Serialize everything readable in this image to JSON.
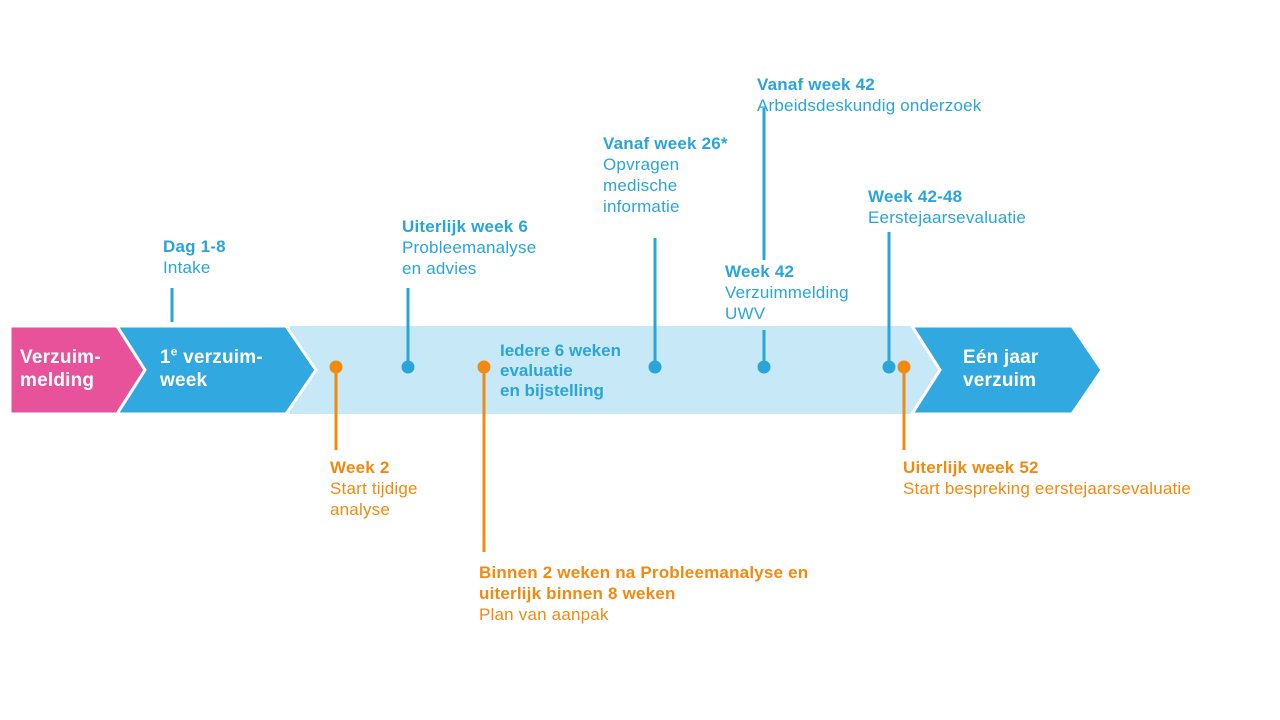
{
  "arrows": {
    "verzuimmelding": {
      "line1": "Verzuim-",
      "line2": "melding",
      "color": "#e8529a"
    },
    "eerste_week": {
      "prefix": "1",
      "sup": "e",
      "line1_rest": " verzuim-",
      "line2": "week",
      "color": "#31a8df"
    },
    "een_jaar": {
      "line1": "Eén jaar",
      "line2": "verzuim",
      "color": "#31a8df"
    },
    "band_color": "#c6e8f7"
  },
  "center_text": {
    "line1": "Iedere 6 weken",
    "line2": "evaluatie",
    "line3": "en bijstelling"
  },
  "milestones_top": [
    {
      "title": "Dag 1-8",
      "lines": [
        "Intake"
      ]
    },
    {
      "title": "Uiterlijk week 6",
      "lines": [
        "Probleemanalyse",
        "en advies"
      ]
    },
    {
      "title": "Vanaf week 26*",
      "lines": [
        "Opvragen",
        "medische",
        "informatie"
      ]
    },
    {
      "title": "Vanaf week 42",
      "lines": [
        "Arbeidsdeskundig onderzoek"
      ]
    },
    {
      "title": "Week 42",
      "lines": [
        "Verzuimmelding",
        "UWV"
      ]
    },
    {
      "title": "Week 42-48",
      "lines": [
        "Eerstejaarsevaluatie"
      ]
    }
  ],
  "milestones_bottom": [
    {
      "title": "Week 2",
      "lines": [
        "Start tijdige",
        "analyse"
      ]
    },
    {
      "title": "Binnen 2 weken na Probleemanalyse en",
      "title2": "uiterlijk binnen 8 weken",
      "lines": [
        "Plan van aanpak"
      ]
    },
    {
      "title": "Uiterlijk week 52",
      "lines": [
        "Start bespreking eerstejaarsevaluatie"
      ]
    }
  ],
  "colors": {
    "blue": "#2aa5da",
    "orange": "#f28a12",
    "pink": "#e8529a"
  }
}
